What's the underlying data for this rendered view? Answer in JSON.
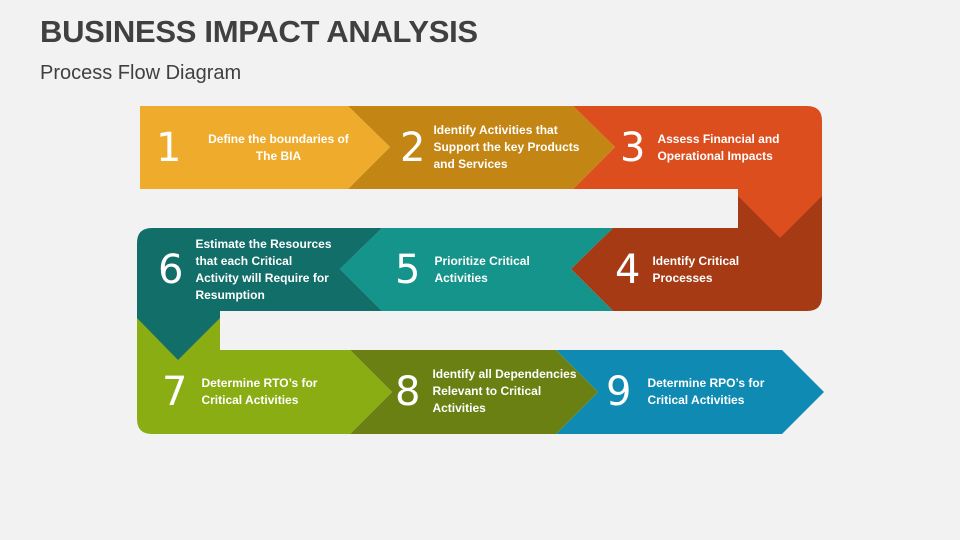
{
  "header": {
    "title": "BUSINESS IMPACT ANALYSIS",
    "subtitle": "Process Flow Diagram"
  },
  "colors": {
    "background": "#f2f2f2",
    "step1": "#efab2c",
    "step2": "#c38513",
    "step3": "#dc4e1e",
    "step4": "#a53a15",
    "step5": "#14948a",
    "step6": "#116e69",
    "step7": "#8aad14",
    "step8": "#6a8012",
    "step9": "#0f8bb3"
  },
  "steps": [
    {
      "number": "1",
      "label": "Define the boundaries of The BIA"
    },
    {
      "number": "2",
      "label": "Identify Activities that Support the key Products and Services"
    },
    {
      "number": "3",
      "label": "Assess Financial and Operational Impacts"
    },
    {
      "number": "4",
      "label": "Identify Critical Processes"
    },
    {
      "number": "5",
      "label": "Prioritize Critical Activities"
    },
    {
      "number": "6",
      "label": "Estimate the Resources that each Critical Activity will Require for Resumption"
    },
    {
      "number": "7",
      "label": "Determine RTO’s for Critical Activities"
    },
    {
      "number": "8",
      "label": "Identify all Dependencies Relevant to Critical Activities"
    },
    {
      "number": "9",
      "label": "Determine RPO’s for Critical Activities"
    }
  ]
}
